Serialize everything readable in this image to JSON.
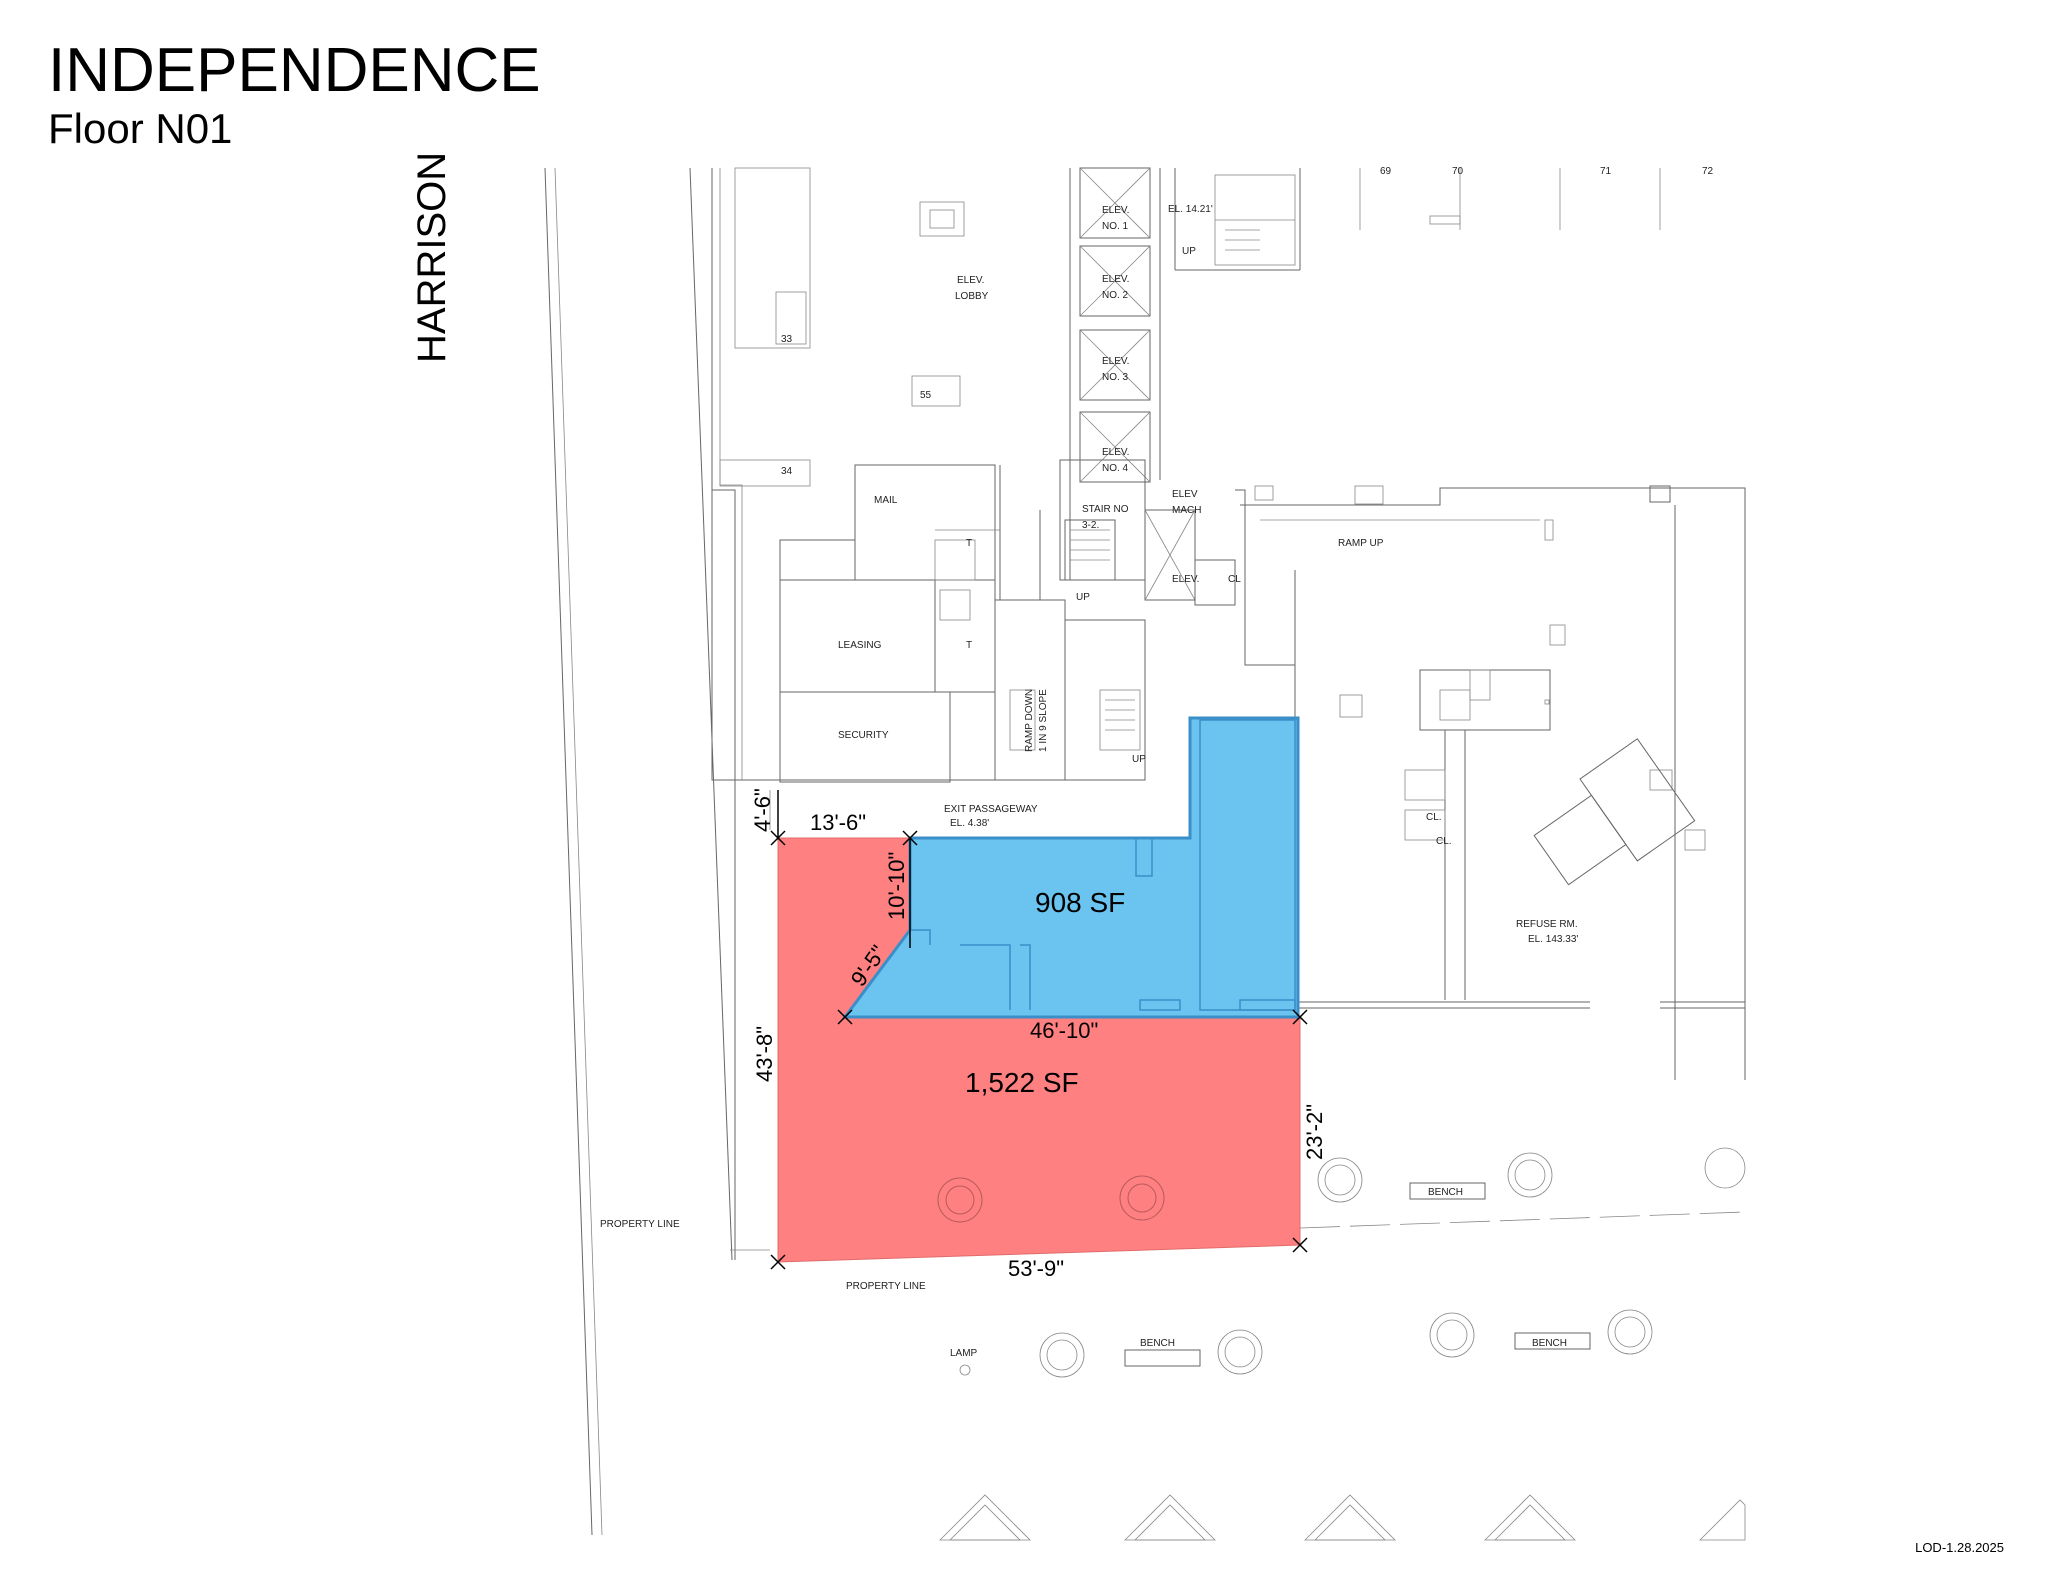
{
  "header": {
    "title": "INDEPENDENCE",
    "subtitle": "Floor N01"
  },
  "street": "HARRISON",
  "footer": "LOD-1.28.2025",
  "colors": {
    "red_space": "#ff8080",
    "blue_space": "#6ac4ef",
    "blue_outline": "#3a8fc9"
  },
  "spaces": {
    "blue": {
      "area": "908  SF"
    },
    "red": {
      "area": "1,522 SF"
    }
  },
  "dimensions": {
    "d_4_6": "4'-6\"",
    "d_13_6": "13'-6\"",
    "d_10_10": "10'-10\"",
    "d_9_5": "9'-5\"",
    "d_46_10": "46'-10\"",
    "d_43_8": "43'-8\"",
    "d_23_2": "23'-2\"",
    "d_53_9": "53'-9\""
  },
  "rooms": {
    "elev1": "ELEV.",
    "elev1_no": "NO. 1",
    "elev2": "ELEV.",
    "elev2_no": "NO. 2",
    "elev3": "ELEV.",
    "elev3_no": "NO. 3",
    "elev4": "ELEV.",
    "elev4_no": "NO. 4",
    "el_1421": "EL. 14.21'",
    "up1": "UP",
    "elev_lobby_1": "ELEV.",
    "elev_lobby_2": "LOBBY",
    "n33": "33",
    "n55": "55",
    "n34": "34",
    "mail": "MAIL",
    "t1": "T",
    "t2": "T",
    "leasing": "LEASING",
    "security": "SECURITY",
    "stair_1": "STAIR NO",
    "stair_2": "3-2.",
    "elev_mach_1": "ELEV",
    "elev_mach_2": "MACH",
    "elev_small": "ELEV.",
    "cl1": "CL",
    "up2": "UP",
    "up3": "UP",
    "ramp_up": "RAMP UP",
    "ramp_down_1": "RAMP DOWN",
    "ramp_down_2": "1 IN 9 SLOPE",
    "exit_1": "EXIT PASSAGEWAY",
    "exit_2": "EL. 4.38'",
    "cl2": "CL.",
    "cl3": "CL.",
    "refuse_1": "REFUSE RM.",
    "refuse_2": "EL. 143.33'",
    "n69": "69",
    "n70": "70",
    "n71": "71",
    "n72": "72",
    "property_line_1": "PROPERTY LINE",
    "property_line_2": "PROPERTY LINE",
    "bench1": "BENCH",
    "bench2": "BENCH",
    "bench3": "BENCH",
    "lamp": "LAMP"
  }
}
